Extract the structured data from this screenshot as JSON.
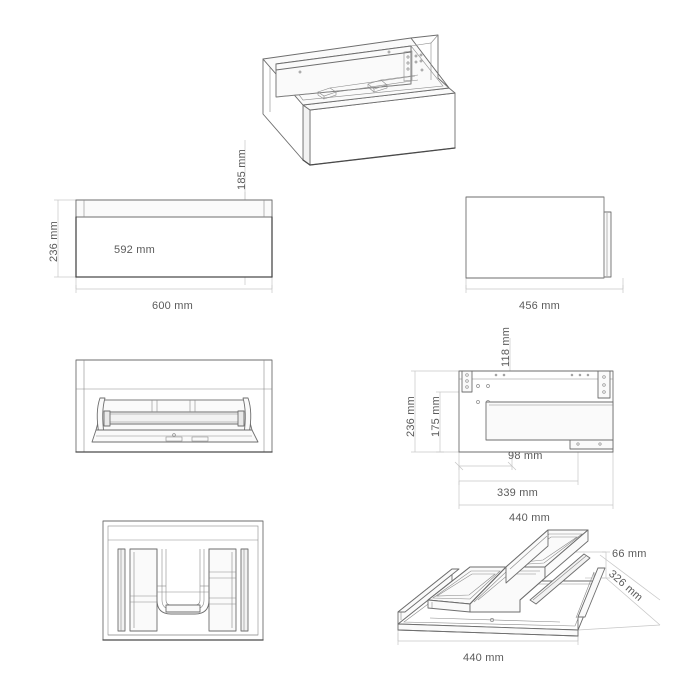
{
  "drawing": {
    "title": "Vanity cabinet with drawer - multi-view technical drawing",
    "units": "mm",
    "line_color": "#6e6e6e",
    "dim_line_color": "#c8c8c8",
    "text_color": "#5b5b5b",
    "background": "#ffffff"
  },
  "views": {
    "iso_top": {
      "name": "isometric-open-drawer-view"
    },
    "front": {
      "name": "front-elevation-view"
    },
    "side": {
      "name": "side-elevation-view"
    },
    "front_section": {
      "name": "front-section-view"
    },
    "side_section": {
      "name": "side-section-view"
    },
    "top_insert": {
      "name": "top-plan-insert-view"
    },
    "iso_insert": {
      "name": "isometric-drawer-insert-view"
    }
  },
  "dimensions": {
    "front_height_overall": "236 mm",
    "front_inner_height": "185 mm",
    "front_inner_width": "592 mm",
    "front_width_overall": "600 mm",
    "side_depth": "456 mm",
    "section_height_overall": "236 mm",
    "section_height_inner": "175 mm",
    "section_height_top": "118 mm",
    "section_depth_small": "98 mm",
    "section_depth_mid": "339 mm",
    "section_depth_overall": "440 mm",
    "insert_width": "440 mm",
    "insert_height": "66 mm",
    "insert_depth": "326 mm"
  }
}
